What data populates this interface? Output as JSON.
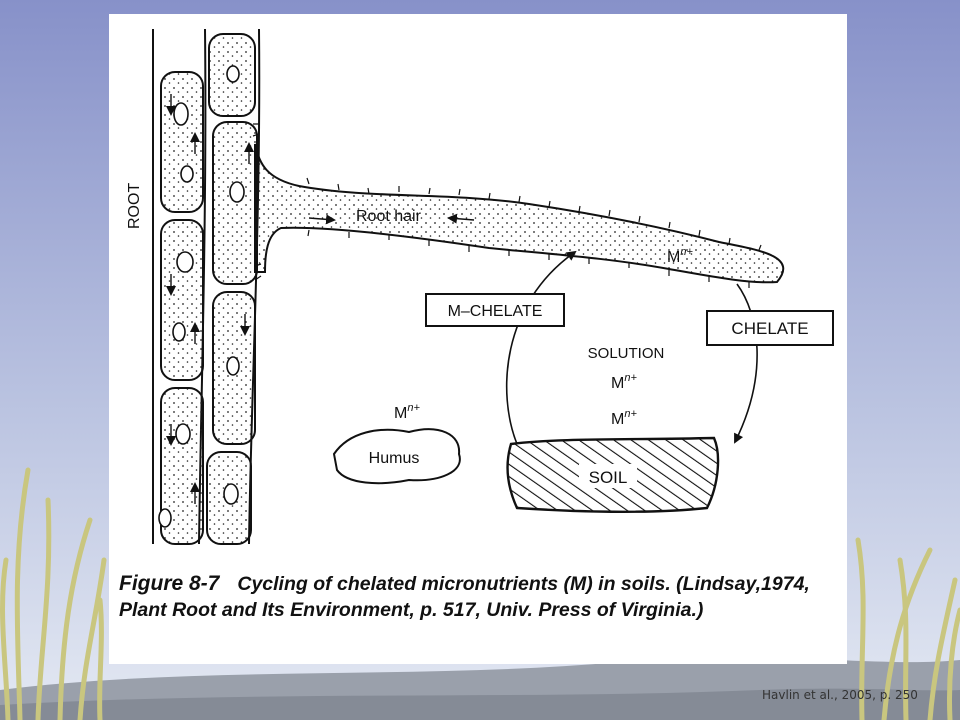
{
  "colors": {
    "sky_top": "#8791c9",
    "sky_bottom": "#dfe6f2",
    "ground": "#9aa0ab",
    "grass": "#c7c57e",
    "panel": "#ffffff",
    "ink": "#111111"
  },
  "diagram": {
    "root_label": "ROOT",
    "root_hair_label": "Root hair",
    "m_chelate_label": "M–CHELATE",
    "chelate_label": "CHELATE",
    "solution_label": "SOLUTION",
    "metal_ion_base": "M",
    "metal_ion_charge": "n+",
    "humus_label": "Humus",
    "soil_label": "SOIL"
  },
  "caption": {
    "figure_label": "Figure 8-7",
    "text": "Cycling of chelated micronutrients (M) in soils. (Lindsay,1974, Plant Root and Its Environment, p. 517, Univ. Press of Virginia.)"
  },
  "credit": "Havlin et al., 2005, p. 250"
}
